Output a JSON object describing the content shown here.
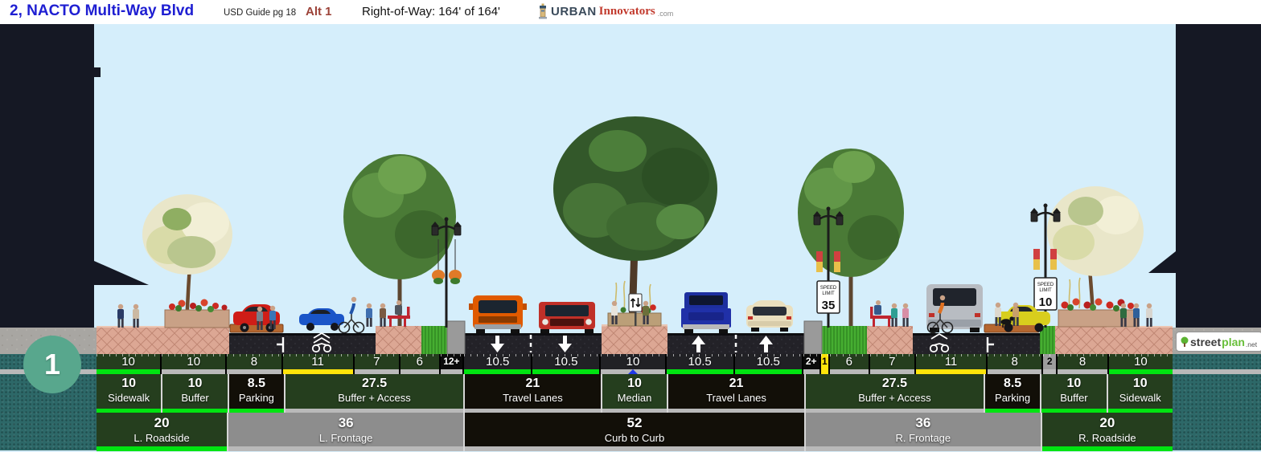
{
  "header": {
    "title": "2, NACTO Multi-Way Blvd",
    "guide_ref": "USD Guide pg 18",
    "alt_label": "Alt 1",
    "right_of_way": "Right-of-Way: 164' of 164'",
    "brand": {
      "name1": "URBAN",
      "name2": "Innovators",
      "suffix": ".com"
    }
  },
  "section_badge": "1",
  "watermark": {
    "part1": "street",
    "part2": "plan",
    "suffix": ".net"
  },
  "scene": {
    "signs": {
      "speed_limit_35": {
        "line1": "SPEED",
        "line2": "LIMIT",
        "value": "35"
      },
      "speed_limit_10": {
        "line1": "SPEED",
        "line2": "LIMIT",
        "value": "10"
      }
    }
  },
  "colors": {
    "accent_green": "#00e411",
    "accent_yellow": "#ffe40a",
    "cell_green": "#253e1e",
    "cell_black": "#120f08",
    "cell_gray": "#8d8d8d",
    "teal_background": "#2d6868",
    "sky": "#d5eefb",
    "title_blue": "#1e1ed2",
    "alt_red": "#9c4238"
  },
  "measurements": {
    "row1": [
      {
        "label": "10",
        "w": 10,
        "cls": "g",
        "strip": "green"
      },
      {
        "label": "10",
        "w": 10,
        "cls": "g",
        "strip": "gray"
      },
      {
        "label": "8",
        "w": 8.5,
        "cls": "g",
        "strip": "gray"
      },
      {
        "label": "11",
        "w": 11,
        "cls": "g",
        "strip": "yellow"
      },
      {
        "label": "7",
        "w": 7,
        "cls": "g",
        "strip": "gray"
      },
      {
        "label": "6",
        "w": 6,
        "cls": "g",
        "strip": "gray"
      },
      {
        "label": "12+",
        "w": 3.5,
        "cls": "badge-k",
        "strip": "gray"
      },
      {
        "label": "10.5",
        "w": 10.5,
        "cls": "road",
        "strip": "green"
      },
      {
        "label": "10.5",
        "w": 10.5,
        "cls": "road",
        "strip": "green"
      },
      {
        "label": "10",
        "w": 10,
        "cls": "road",
        "strip": "gray",
        "marker": "blue-triangle"
      },
      {
        "label": "10.5",
        "w": 10.5,
        "cls": "road",
        "strip": "green"
      },
      {
        "label": "10.5",
        "w": 10.5,
        "cls": "road",
        "strip": "green"
      },
      {
        "label": "2+",
        "w": 2.5,
        "cls": "badge-k",
        "strip": "gray"
      },
      {
        "label": "1",
        "w": 1.2,
        "cls": "badge-y",
        "strip": "yellow"
      },
      {
        "label": "6",
        "w": 6,
        "cls": "g",
        "strip": "gray"
      },
      {
        "label": "7",
        "w": 7,
        "cls": "g",
        "strip": "gray"
      },
      {
        "label": "11",
        "w": 11,
        "cls": "g",
        "strip": "yellow"
      },
      {
        "label": "8",
        "w": 8.5,
        "cls": "g",
        "strip": "gray"
      },
      {
        "label": "2",
        "w": 2,
        "cls": "badge-gray",
        "strip": "gray"
      },
      {
        "label": "8",
        "w": 7.8,
        "cls": "g",
        "strip": "gray"
      },
      {
        "label": "10",
        "w": 10,
        "cls": "g",
        "strip": "green"
      }
    ],
    "row2": [
      {
        "value": "10",
        "label": "Sidewalk",
        "w": 10,
        "cls": "g",
        "strip": "green"
      },
      {
        "value": "10",
        "label": "Buffer",
        "w": 10,
        "cls": "g",
        "strip": "green"
      },
      {
        "value": "8.5",
        "label": "Parking",
        "w": 8.5,
        "cls": "k",
        "strip": "green"
      },
      {
        "value": "27.5",
        "label": "Buffer + Access",
        "w": 27.5,
        "cls": "g",
        "strip": "gray"
      },
      {
        "value": "21",
        "label": "Travel Lanes",
        "w": 21,
        "cls": "k",
        "strip": "gray"
      },
      {
        "value": "10",
        "label": "Median",
        "w": 10,
        "cls": "g",
        "strip": "gray"
      },
      {
        "value": "21",
        "label": "Travel Lanes",
        "w": 21,
        "cls": "k",
        "strip": "gray"
      },
      {
        "value": "27.5",
        "label": "Buffer + Access",
        "w": 27.5,
        "cls": "g",
        "strip": "gray"
      },
      {
        "value": "8.5",
        "label": "Parking",
        "w": 8.5,
        "cls": "k",
        "strip": "green"
      },
      {
        "value": "10",
        "label": "Buffer",
        "w": 10,
        "cls": "g",
        "strip": "green"
      },
      {
        "value": "10",
        "label": "Sidewalk",
        "w": 10,
        "cls": "g",
        "strip": "green"
      }
    ],
    "row3": [
      {
        "value": "20",
        "label": "L. Roadside",
        "w": 20,
        "cls": "g",
        "strip": "green"
      },
      {
        "value": "36",
        "label": "L. Frontage",
        "w": 36,
        "cls": "gray",
        "strip": "gray"
      },
      {
        "value": "52",
        "label": "Curb to Curb",
        "w": 52,
        "cls": "k",
        "strip": "gray"
      },
      {
        "value": "36",
        "label": "R. Frontage",
        "w": 36,
        "cls": "gray",
        "strip": "gray"
      },
      {
        "value": "20",
        "label": "R. Roadside",
        "w": 20,
        "cls": "g",
        "strip": "green"
      }
    ]
  }
}
